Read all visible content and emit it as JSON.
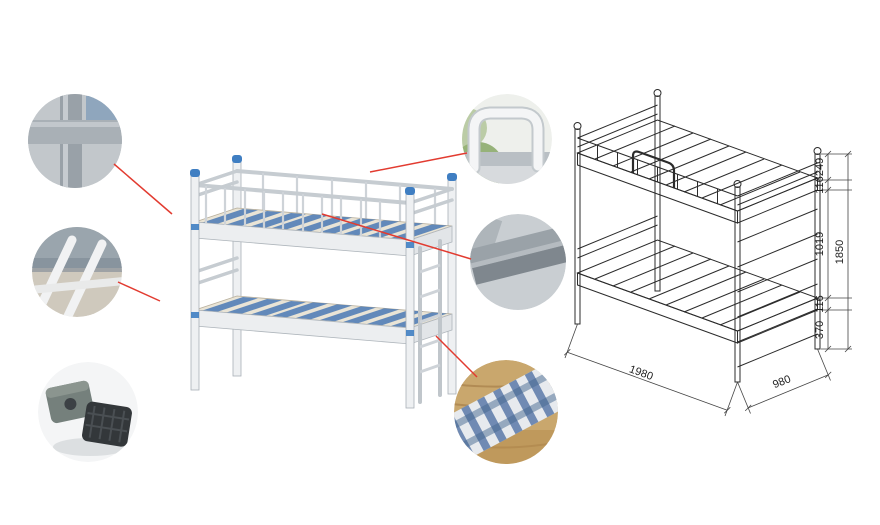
{
  "page": {
    "description": "metal bunk bed product diagram with detail callouts and dimensioned isometric drawing",
    "background": "#ffffff"
  },
  "dimensions": {
    "post_top_to_deck": "249",
    "upper_frame_depth": "116",
    "bunk_clearance": "1019",
    "lower_frame_depth": "116",
    "base_height": "370",
    "overall_height": "1850",
    "overall_length": "1980",
    "overall_width": "980"
  },
  "callouts": {
    "frame_joint": "frame-tube-joint-detail",
    "side_rail": "end-rail-tube-detail",
    "foot_pads": "plastic-foot-pad-detail",
    "bent_guardrail": "bent-guardrail-tube-detail",
    "corner_bracket": "corner-bracket-detail",
    "wood_slat": "wood-slat-surface-detail"
  },
  "colors": {
    "callout_line": "#e23b30",
    "frame_white": "#eef0f2",
    "accent_blue": "#4a79b5",
    "drawing_line": "#2b2b2b"
  }
}
